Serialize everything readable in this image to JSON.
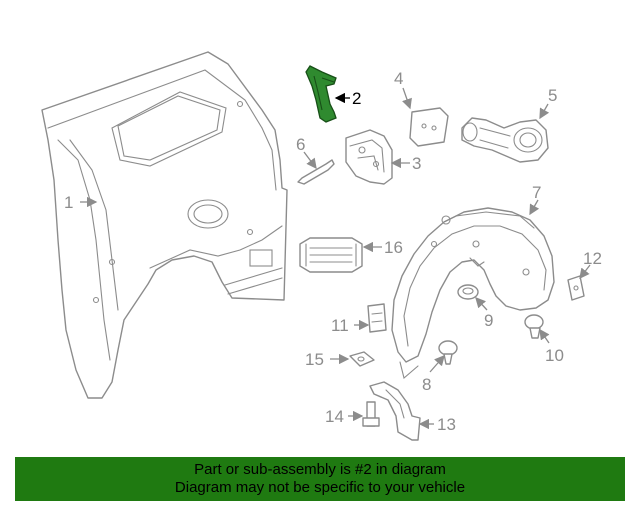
{
  "callouts": {
    "c1": "1",
    "c2": "2",
    "c3": "3",
    "c4": "4",
    "c5": "5",
    "c6": "6",
    "c7": "7",
    "c8": "8",
    "c9": "9",
    "c10": "10",
    "c11": "11",
    "c12": "12",
    "c13": "13",
    "c14": "14",
    "c15": "15",
    "c16": "16"
  },
  "highlighted_part": "2",
  "colors": {
    "highlight": "#2f8a2f",
    "banner": "#1f7a11",
    "line": "#8c8c8c"
  },
  "banner": {
    "line1": "Part or sub-assembly is #2 in diagram",
    "line2": "Diagram may not be specific to your vehicle"
  }
}
